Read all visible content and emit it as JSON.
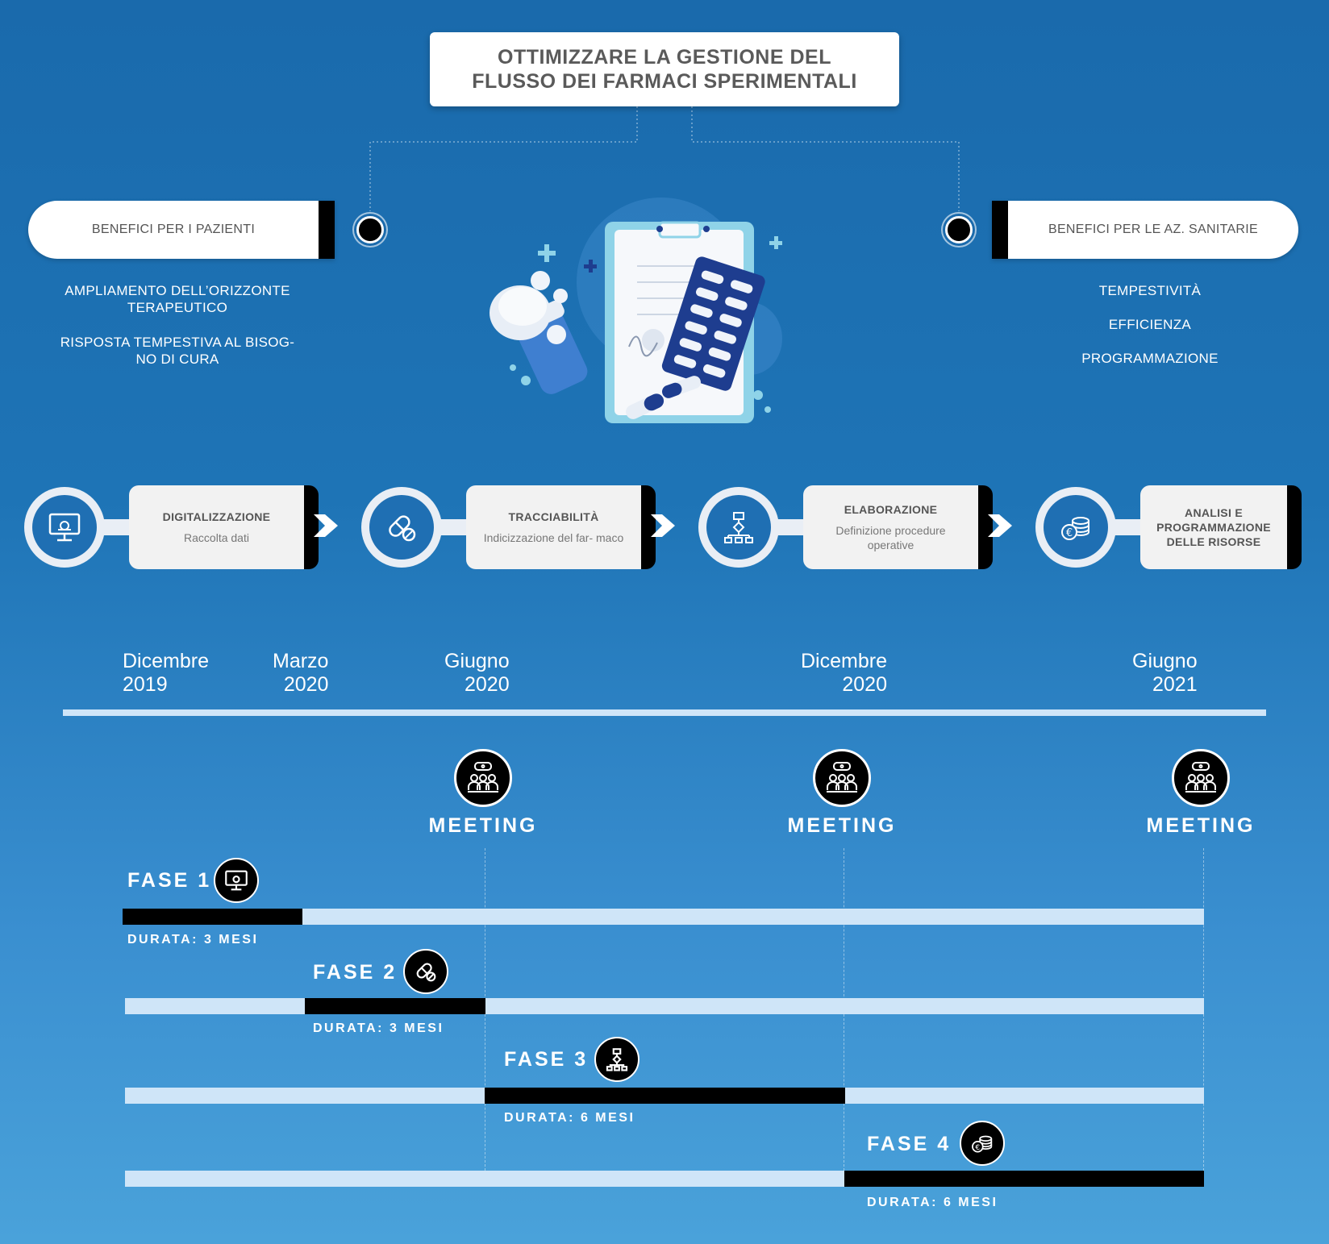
{
  "title": {
    "line1": "OTTIMIZZARE LA GESTIONE DEL",
    "line2": "FLUSSO DEI FARMACI SPERIMENTALI"
  },
  "left_panel": {
    "label": "BENEFICI PER I PAZIENTI",
    "items": [
      "AMPLIAMENTO DELL’ORIZZONTE TERAPEUTICO",
      "RISPOSTA TEMPESTIVA AL BISOG- NO DI CURA"
    ]
  },
  "right_panel": {
    "label": "BENEFICI PER LE AZ. SANITARIE",
    "items": [
      "TEMPESTIVITÀ",
      "EFFICIENZA",
      "PROGRAMMAZIONE"
    ]
  },
  "steps": [
    {
      "title": "DIGITALIZZAZIONE",
      "subtitle": "Raccolta dati",
      "icon": "monitor-gear-icon"
    },
    {
      "title": "TRACCIABILITÀ",
      "subtitle": "Indicizzazione del far- maco",
      "icon": "pill-icon"
    },
    {
      "title": "ELABORAZIONE",
      "subtitle": "Definizione procedure operative",
      "icon": "flowchart-icon"
    },
    {
      "title": "ANALISI E PROGRAMMAZIONE DELLE RISORSE",
      "subtitle": "",
      "icon": "coins-euro-icon"
    }
  ],
  "timeline": {
    "dates": [
      {
        "month": "Dicembre",
        "year": "2019"
      },
      {
        "month": "Marzo",
        "year": "2020"
      },
      {
        "month": "Giugno",
        "year": "2020"
      },
      {
        "month": "Dicembre",
        "year": "2020"
      },
      {
        "month": "Giugno",
        "year": "2021"
      }
    ],
    "meetings": [
      "MEETING",
      "MEETING",
      "MEETING"
    ],
    "phases": [
      {
        "label": "FASE 1",
        "duration": "DURATA: 3 MESI",
        "start": "Dicembre 2019",
        "end": "Marzo 2020",
        "icon": "monitor-gear-icon"
      },
      {
        "label": "FASE 2",
        "duration": "DURATA: 3 MESI",
        "start": "Marzo 2020",
        "end": "Giugno 2020",
        "icon": "pill-icon"
      },
      {
        "label": "FASE 3",
        "duration": "DURATA: 6 MESI",
        "start": "Giugno 2020",
        "end": "Dicembre 2020",
        "icon": "flowchart-icon"
      },
      {
        "label": "FASE 4",
        "duration": "DURATA: 6 MESI",
        "start": "Dicembre 2020",
        "end": "Giugno 2021",
        "icon": "coins-euro-icon"
      }
    ]
  },
  "colors": {
    "background_top": "#1a6aac",
    "background_bottom": "#4aa2da",
    "accent": "#000000",
    "bar_track": "#cfe5f8"
  }
}
